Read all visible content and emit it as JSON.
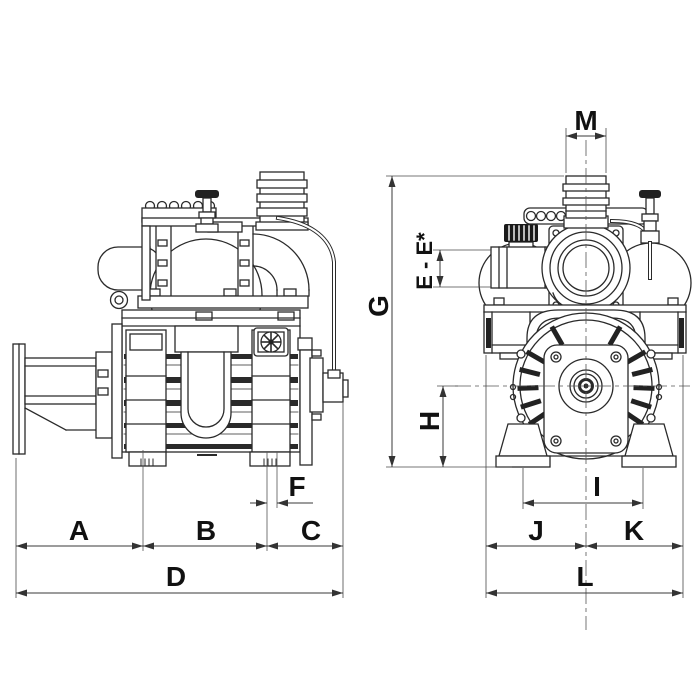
{
  "figure": {
    "type": "technical-dimensional-drawing",
    "views": 2
  },
  "labels": {
    "a": "A",
    "b": "B",
    "c": "C",
    "d": "D",
    "e": "E - E*",
    "f": "F",
    "g": "G",
    "h": "H",
    "i": "I",
    "j": "J",
    "k": "K",
    "l": "L",
    "m": "M"
  },
  "colors": {
    "line": "#2a2a2a",
    "dimension_line": "#3a3a3a",
    "label": "#111111",
    "background": "#ffffff"
  }
}
